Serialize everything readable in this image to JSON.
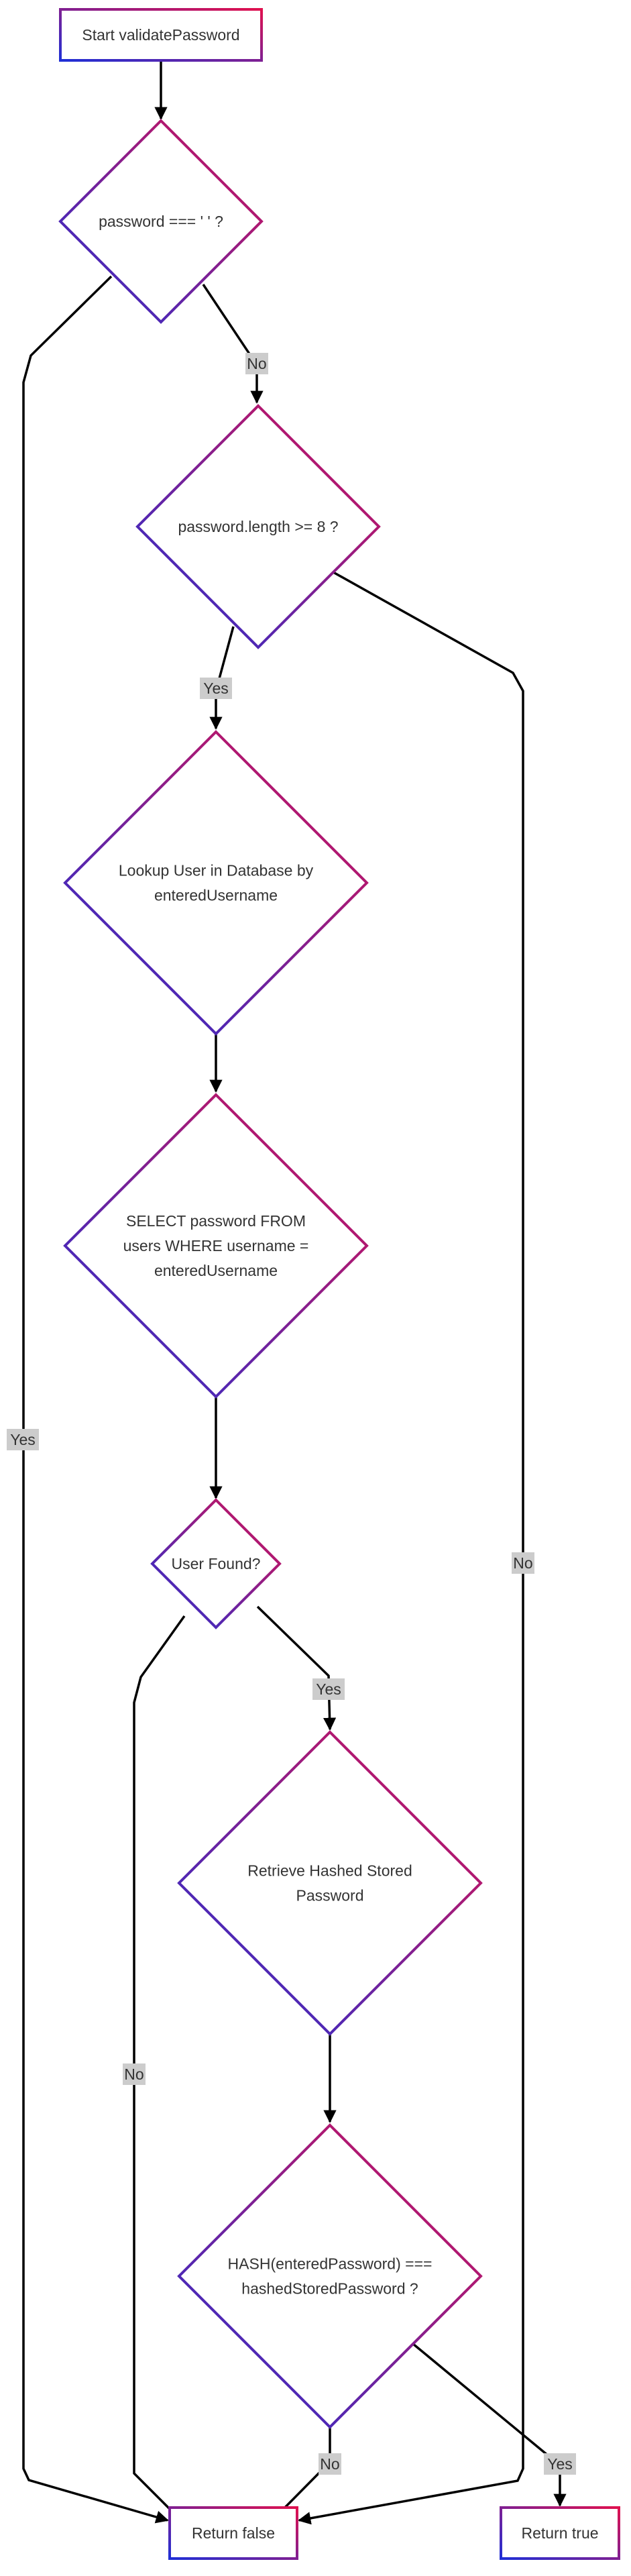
{
  "colors": {
    "gradient_start": "#1f2fd6",
    "gradient_end": "#e0114f",
    "edge": "#000000",
    "label_bg": "#cccccc",
    "text": "#333333"
  },
  "nodes": [
    {
      "id": "start",
      "shape": "rect",
      "lines": [
        "Start validatePassword"
      ]
    },
    {
      "id": "empty_check",
      "shape": "diamond",
      "lines": [
        "password === ' ' ?"
      ]
    },
    {
      "id": "length_check",
      "shape": "diamond",
      "lines": [
        "password.length >= 8 ?"
      ]
    },
    {
      "id": "lookup_user",
      "shape": "diamond",
      "lines": [
        "Lookup User in Database by",
        "enteredUsername"
      ]
    },
    {
      "id": "select_query",
      "shape": "diamond",
      "lines": [
        "SELECT password FROM",
        "users WHERE username =",
        "enteredUsername"
      ]
    },
    {
      "id": "user_found",
      "shape": "diamond",
      "lines": [
        "User Found?"
      ]
    },
    {
      "id": "retrieve_hash",
      "shape": "diamond",
      "lines": [
        "Retrieve Hashed Stored",
        "Password"
      ]
    },
    {
      "id": "hash_compare",
      "shape": "diamond",
      "lines": [
        "HASH(enteredPassword) ===",
        "hashedStoredPassword ?"
      ]
    },
    {
      "id": "return_false",
      "shape": "rect",
      "lines": [
        "Return false"
      ]
    },
    {
      "id": "return_true",
      "shape": "rect",
      "lines": [
        "Return true"
      ]
    }
  ],
  "edges": [
    {
      "from": "start",
      "to": "empty_check",
      "label": ""
    },
    {
      "from": "empty_check",
      "to": "length_check",
      "label": "No"
    },
    {
      "from": "empty_check",
      "to": "return_false",
      "label": "Yes"
    },
    {
      "from": "length_check",
      "to": "lookup_user",
      "label": "Yes"
    },
    {
      "from": "length_check",
      "to": "return_false",
      "label": "No"
    },
    {
      "from": "lookup_user",
      "to": "select_query",
      "label": ""
    },
    {
      "from": "select_query",
      "to": "user_found",
      "label": ""
    },
    {
      "from": "user_found",
      "to": "retrieve_hash",
      "label": "Yes"
    },
    {
      "from": "user_found",
      "to": "return_false",
      "label": "No"
    },
    {
      "from": "retrieve_hash",
      "to": "hash_compare",
      "label": ""
    },
    {
      "from": "hash_compare",
      "to": "return_false",
      "label": "No"
    },
    {
      "from": "hash_compare",
      "to": "return_true",
      "label": "Yes"
    }
  ]
}
